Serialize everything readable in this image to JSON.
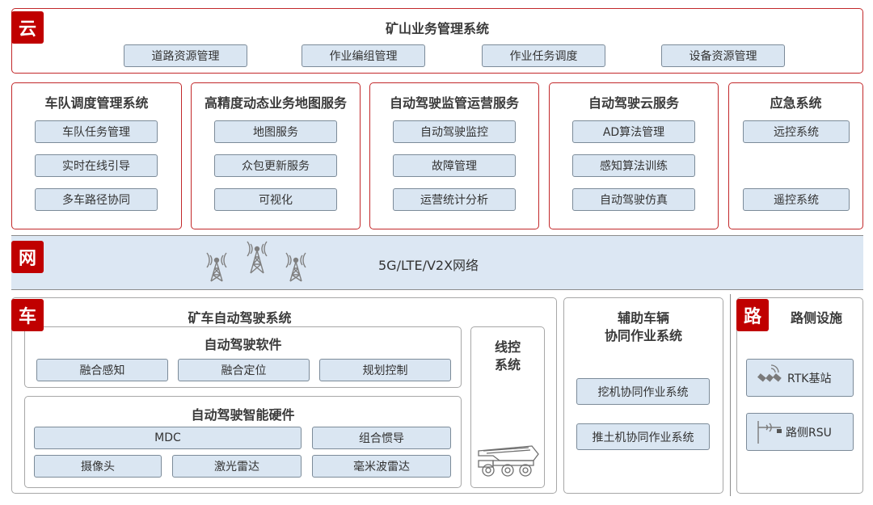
{
  "cloud": {
    "badge": "云",
    "title": "矿山业务管理系统",
    "items": [
      "道路资源管理",
      "作业编组管理",
      "作业任务调度",
      "设备资源管理"
    ]
  },
  "services": [
    {
      "title": "车队调度管理系统",
      "items": [
        "车队任务管理",
        "实时在线引导",
        "多车路径协同"
      ]
    },
    {
      "title": "高精度动态业务地图服务",
      "items": [
        "地图服务",
        "众包更新服务",
        "可视化"
      ]
    },
    {
      "title": "自动驾驶监管运营服务",
      "items": [
        "自动驾驶监控",
        "故障管理",
        "运营统计分析"
      ]
    },
    {
      "title": "自动驾驶云服务",
      "items": [
        "AD算法管理",
        "感知算法训练",
        "自动驾驶仿真"
      ]
    },
    {
      "title": "应急系统",
      "items": [
        "远控系统",
        "遥控系统"
      ]
    }
  ],
  "network": {
    "badge": "网",
    "label": "5G/LTE/V2X网络"
  },
  "vehicle": {
    "badge": "车",
    "title": "矿车自动驾驶系统",
    "software": {
      "title": "自动驾驶软件",
      "items": [
        "融合感知",
        "融合定位",
        "规划控制"
      ]
    },
    "hardware": {
      "title": "自动驾驶智能硬件",
      "items": [
        "MDC",
        "组合惯导",
        "摄像头",
        "激光雷达",
        "毫米波雷达"
      ]
    },
    "wire": {
      "line1": "线控",
      "line2": "系统"
    }
  },
  "aux": {
    "title_line1": "辅助车辆",
    "title_line2": "协同作业系统",
    "items": [
      "挖机协同作业系统",
      "推土机协同作业系统"
    ]
  },
  "road": {
    "badge": "路",
    "title": "路侧设施",
    "items": [
      "RTK基站",
      "路侧RSU"
    ]
  }
}
